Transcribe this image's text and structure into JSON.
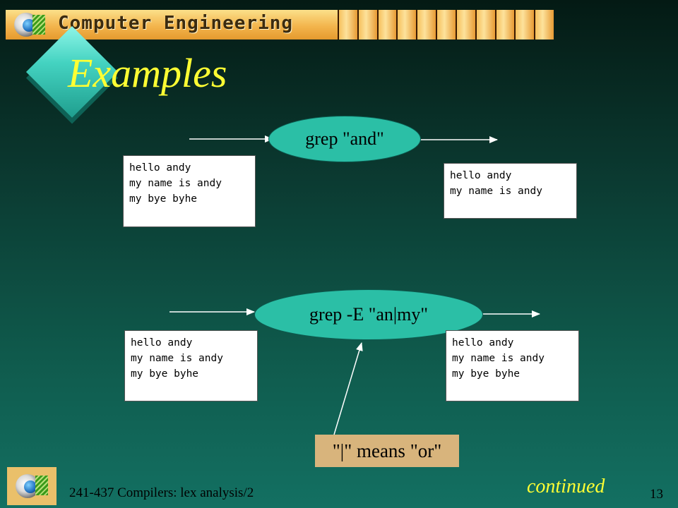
{
  "header": {
    "banner_text": "Computer Engineering"
  },
  "slide": {
    "title": "Examples",
    "example1": {
      "command": "grep \"and\"",
      "input_lines": [
        "hello andy",
        "my name is andy",
        "my bye byhe"
      ],
      "output_lines": [
        "hello andy",
        "my name is andy"
      ]
    },
    "example2": {
      "command": "grep -E \"an|my\"",
      "input_lines": [
        "hello andy",
        "my name is andy",
        "my bye byhe"
      ],
      "output_lines": [
        "hello andy",
        "my name is andy",
        "my bye byhe"
      ]
    },
    "note": "\"|\" means \"or\""
  },
  "footer": {
    "course": "241-437 Compilers: lex analysis/2",
    "continued": "continued",
    "page": "13"
  },
  "colors": {
    "title": "#ffff33",
    "oval": "#2bbfa6",
    "note_bg": "#d8b47c"
  },
  "icons": [
    "globe-logo-icon",
    "diamond-decoration"
  ]
}
